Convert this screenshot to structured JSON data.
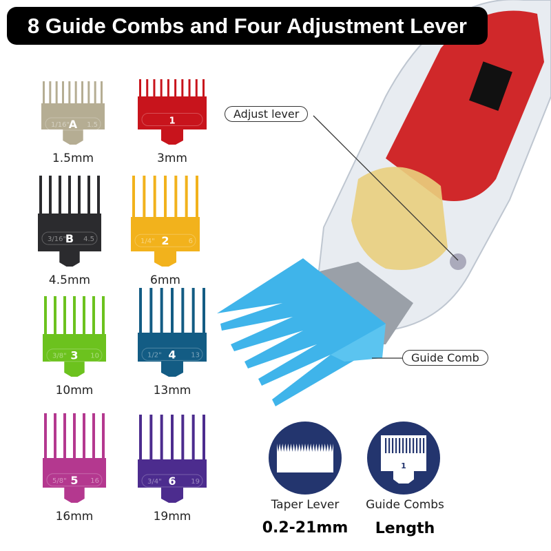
{
  "title": "8 Guide Combs and Four Adjustment Lever",
  "combs": [
    {
      "color": "#b5ad93",
      "letter": "A",
      "inch": "1/16\"",
      "mm_mark": "1.5",
      "size": "1.5mm"
    },
    {
      "color": "#c8141c",
      "letter": "1",
      "inch": "",
      "mm_mark": "",
      "size": "3mm"
    },
    {
      "color": "#2b2b2e",
      "letter": "B",
      "inch": "3/16\"",
      "mm_mark": "4.5",
      "size": "4.5mm"
    },
    {
      "color": "#f2b21c",
      "letter": "2",
      "inch": "1/4\"",
      "mm_mark": "6",
      "size": "6mm"
    },
    {
      "color": "#6cc21e",
      "letter": "3",
      "inch": "3/8\"",
      "mm_mark": "10",
      "size": "10mm"
    },
    {
      "color": "#135c84",
      "letter": "4",
      "inch": "1/2\"",
      "mm_mark": "13",
      "size": "13mm"
    },
    {
      "color": "#b4388f",
      "letter": "5",
      "inch": "5/8\"",
      "mm_mark": "16",
      "size": "16mm"
    },
    {
      "color": "#4c2c8e",
      "letter": "6",
      "inch": "3/4\"",
      "mm_mark": "19",
      "size": "19mm"
    }
  ],
  "callouts": {
    "adjust_lever": "Adjust lever",
    "guide_comb": "Guide Comb"
  },
  "features": [
    {
      "icon": "taper-lever-icon",
      "caption": "Taper Lever",
      "value": "0.2-21mm"
    },
    {
      "icon": "guide-comb-icon",
      "caption": "Guide Combs",
      "value": "Length",
      "icon_number": "1"
    }
  ],
  "colors": {
    "icon_bg": "#23356e",
    "guide_comb_blue": "#3fb4ea",
    "pcb_red": "#d0282a"
  }
}
